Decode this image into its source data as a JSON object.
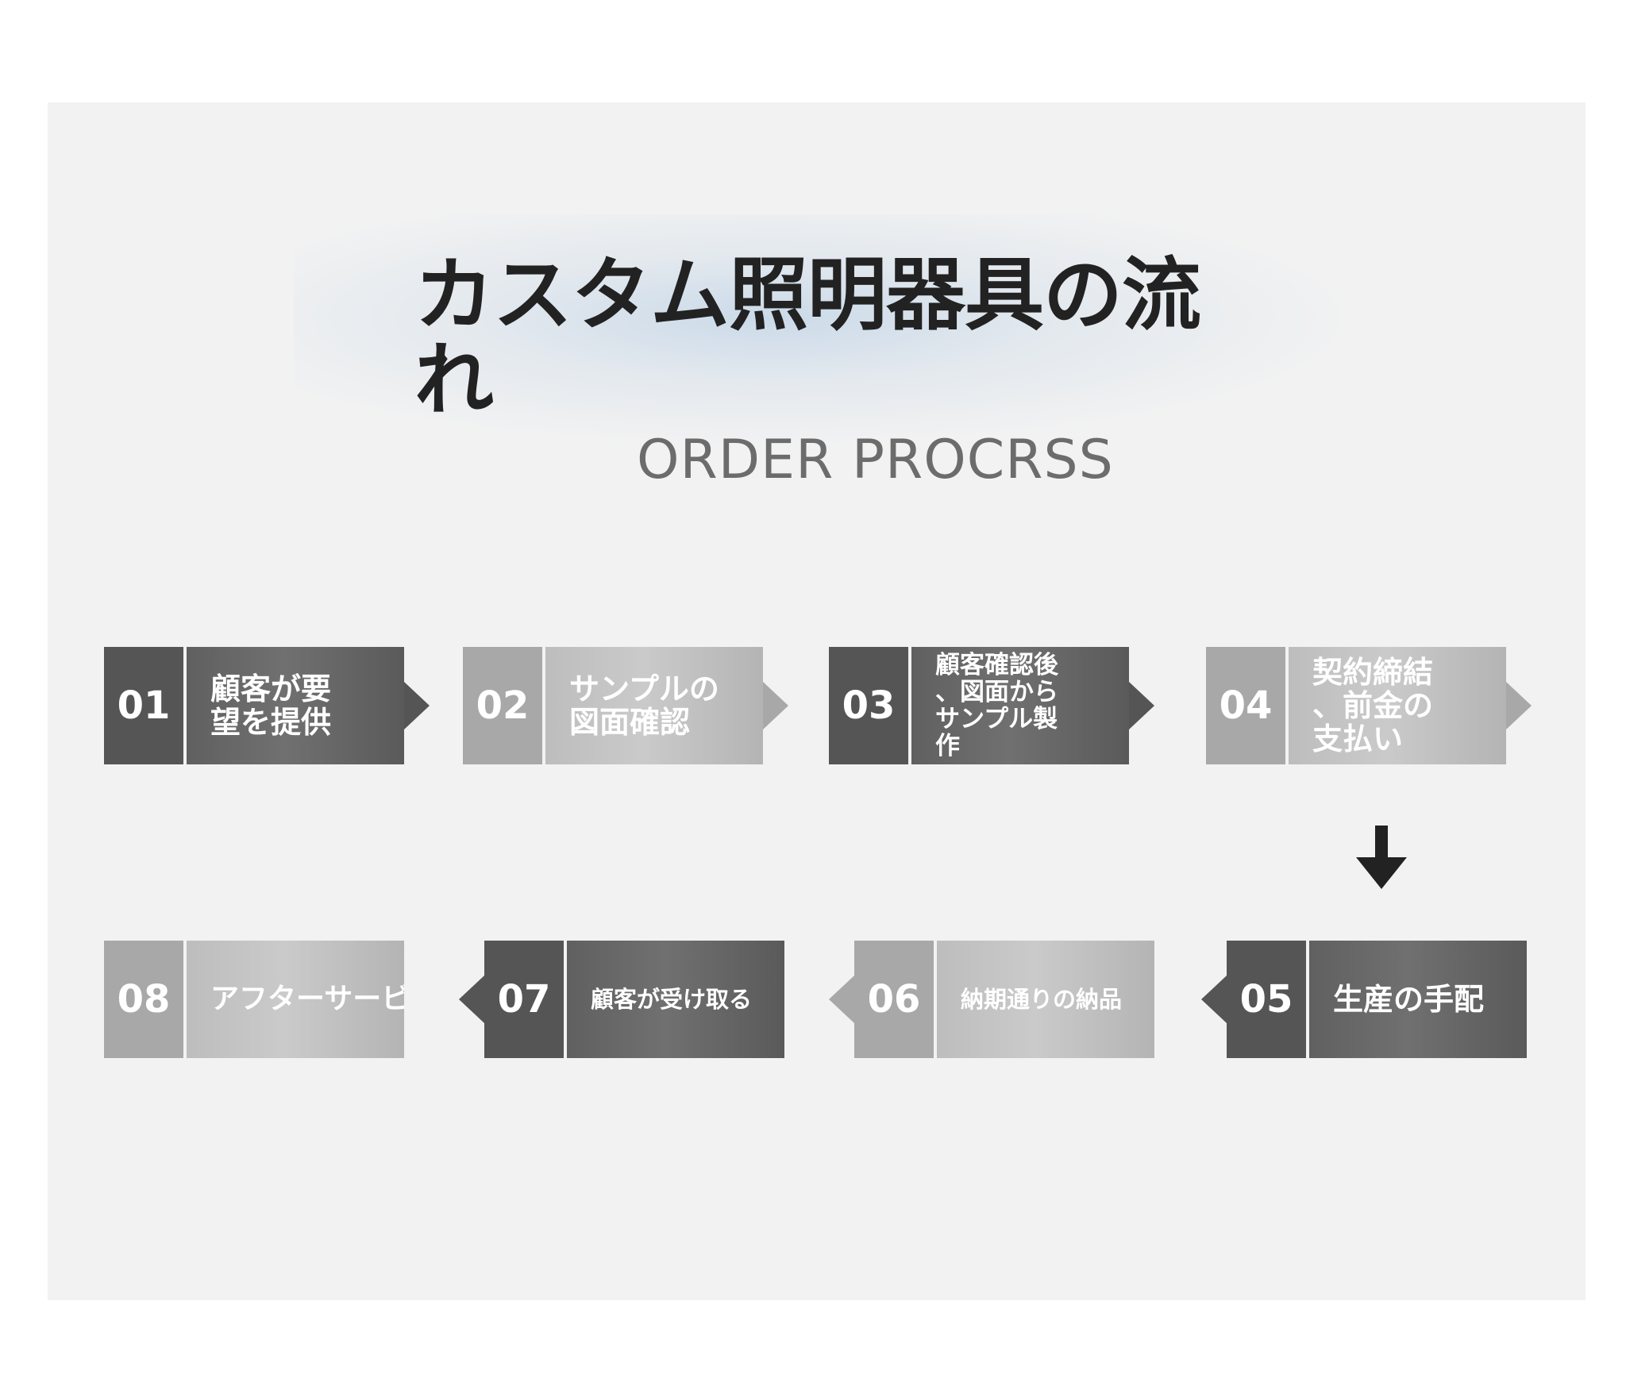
{
  "header": {
    "title": "カスタム照明器具の流れ",
    "subtitle": "ORDER PROCRSS"
  },
  "steps": [
    {
      "number": "01",
      "label": "顧客が要\n望を提供"
    },
    {
      "number": "02",
      "label": "サンプルの\n図面確認"
    },
    {
      "number": "03",
      "label": "顧客確認後\n、図面から\nサンプル製\n作"
    },
    {
      "number": "04",
      "label": "契約締結\n、前金の\n支払い"
    },
    {
      "number": "05",
      "label": "生産の手配"
    },
    {
      "number": "06",
      "label": "納期通りの納品"
    },
    {
      "number": "07",
      "label": "顧客が受け取る"
    },
    {
      "number": "08",
      "label": "アフターサービス"
    }
  ],
  "icons": {
    "step_arrow": "chevron-arrow-icon",
    "down_arrow": "arrow-down-icon"
  },
  "colors": {
    "background": "#f2f2f2",
    "dark_step": "#555555",
    "light_step": "#a8a8a8",
    "title": "#222222"
  }
}
